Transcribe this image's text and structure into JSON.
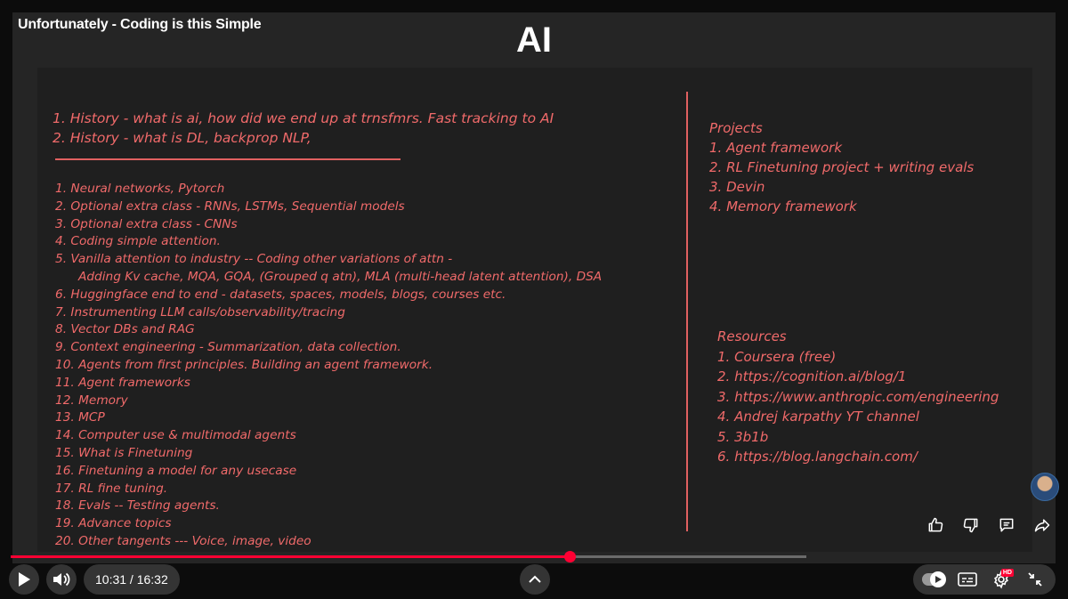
{
  "video": {
    "title": "Unfortunately - Coding is this Simple",
    "current_time": "10:31",
    "duration": "16:32",
    "time_display": "10:31 / 16:32",
    "progress_fraction": 0.6361,
    "buffered_fraction": 0.906
  },
  "slide": {
    "title": "AI",
    "history": [
      "1. History  - what is ai, how did we end up at trnsfmrs. Fast tracking to AI",
      "2. History - what is DL, backprop NLP,"
    ],
    "topics": [
      "1. Neural networks, Pytorch",
      "2. Optional extra class - RNNs, LSTMs, Sequential models",
      "3. Optional extra class - CNNs",
      "4. Coding simple attention.",
      "5. Vanilla attention to industry -- Coding other variations of attn -",
      "Adding Kv cache, MQA, GQA, (Grouped q atn), MLA (multi-head latent attention), DSA",
      "6. Huggingface end to end - datasets, spaces, models, blogs, courses etc.",
      "7. Instrumenting LLM calls/observability/tracing",
      "8. Vector DBs and RAG",
      "9. Context engineering - Summarization, data collection.",
      "10. Agents from first principles. Building an agent framework.",
      "11. Agent frameworks",
      "12. Memory",
      "13. MCP",
      "14. Computer use & multimodal agents",
      "15. What is Finetuning",
      "16. Finetuning a model for any usecase",
      "17. RL fine tuning.",
      "18. Evals -- Testing agents.",
      "19. Advance topics",
      "20. Other tangents --- Voice, image, video"
    ],
    "projects_heading": "Projects",
    "projects": [
      "1. Agent framework",
      "2. RL Finetuning project + writing evals",
      "3. Devin",
      "4. Memory framework"
    ],
    "resources_heading": "Resources",
    "resources": [
      "1. Coursera (free)",
      "2. https://cognition.ai/blog/1",
      "3. https://www.anthropic.com/engineering",
      "4. Andrej karpathy YT channel",
      "5. 3b1b",
      "6. https://blog.langchain.com/"
    ]
  },
  "icons": {
    "like": "thumbs-up-icon",
    "dislike": "thumbs-down-icon",
    "comment": "comment-icon",
    "share": "share-icon",
    "play": "play-icon",
    "volume": "volume-icon",
    "expand": "chevron-up-icon",
    "autoplay": "autoplay-toggle",
    "captions": "captions-icon",
    "settings": "gear-icon",
    "exit_fullscreen": "exit-fullscreen-icon"
  },
  "settings_badge": "HD",
  "colors": {
    "ink": "#f06a6a",
    "progress": "#ff0033"
  }
}
